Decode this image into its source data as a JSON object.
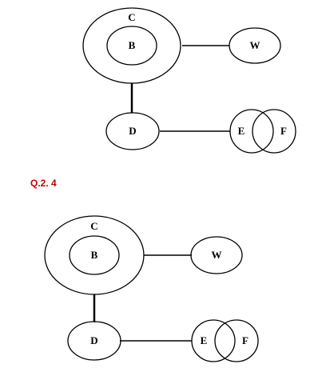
{
  "diagram_1": {
    "outer_label": "C",
    "inner_label": "B",
    "w_label": "W",
    "d_label": "D",
    "e_label": "E",
    "f_label": "F"
  },
  "question_label": "Q.2. 4",
  "diagram_2": {
    "outer_label": "C",
    "inner_label": "B",
    "w_label": "W",
    "d_label": "D",
    "e_label": "E",
    "f_label": "F"
  },
  "colors": {
    "question_label": "#c00000",
    "lines": "#000000"
  }
}
